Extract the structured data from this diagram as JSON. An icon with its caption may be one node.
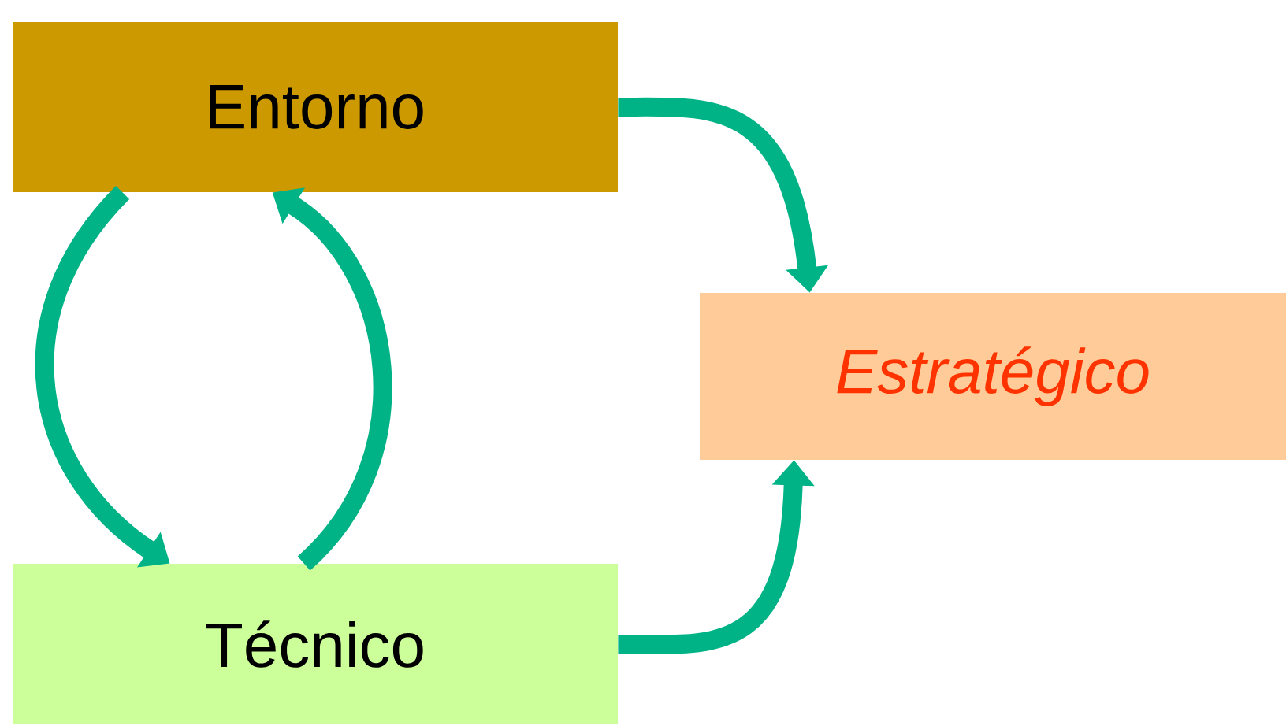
{
  "diagram": {
    "nodes": [
      {
        "text": [
          "Entorno"
        ]
      },
      {
        "text": [
          "Estratégico"
        ]
      },
      {
        "text": [
          "Técnico"
        ]
      }
    ],
    "edges": [
      {
        "from": 0,
        "to": 2,
        "arrow": "to"
      },
      {
        "from": 2,
        "to": 0,
        "arrow": "to"
      },
      {
        "from": 0,
        "to": 1,
        "arrow": "to"
      },
      {
        "from": 2,
        "to": 1,
        "arrow": "to"
      }
    ]
  }
}
